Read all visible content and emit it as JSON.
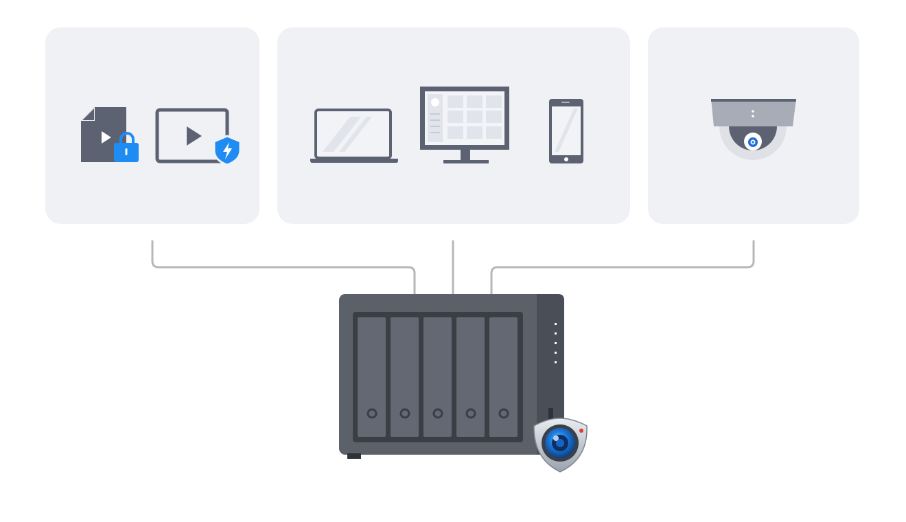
{
  "diagram": {
    "panels": [
      {
        "name": "media-protection-panel",
        "icons": [
          "locked-video-file-icon",
          "protected-video-player-icon"
        ]
      },
      {
        "name": "client-devices-panel",
        "icons": [
          "laptop-icon",
          "desktop-monitor-icon",
          "smartphone-icon"
        ]
      },
      {
        "name": "camera-panel",
        "icons": [
          "dome-camera-icon"
        ]
      }
    ],
    "hub": {
      "device": "nas-server-icon",
      "drive_bays": 5,
      "badge": "surveillance-shield-icon"
    }
  },
  "colors": {
    "panel_bg": "#f0f1f5",
    "icon_dark": "#5c6272",
    "accent_blue": "#1f8cf3",
    "connector": "#b6b7b9",
    "nas_body": "#5c6069",
    "nas_side": "#4a4e57",
    "bay": "#636872"
  }
}
